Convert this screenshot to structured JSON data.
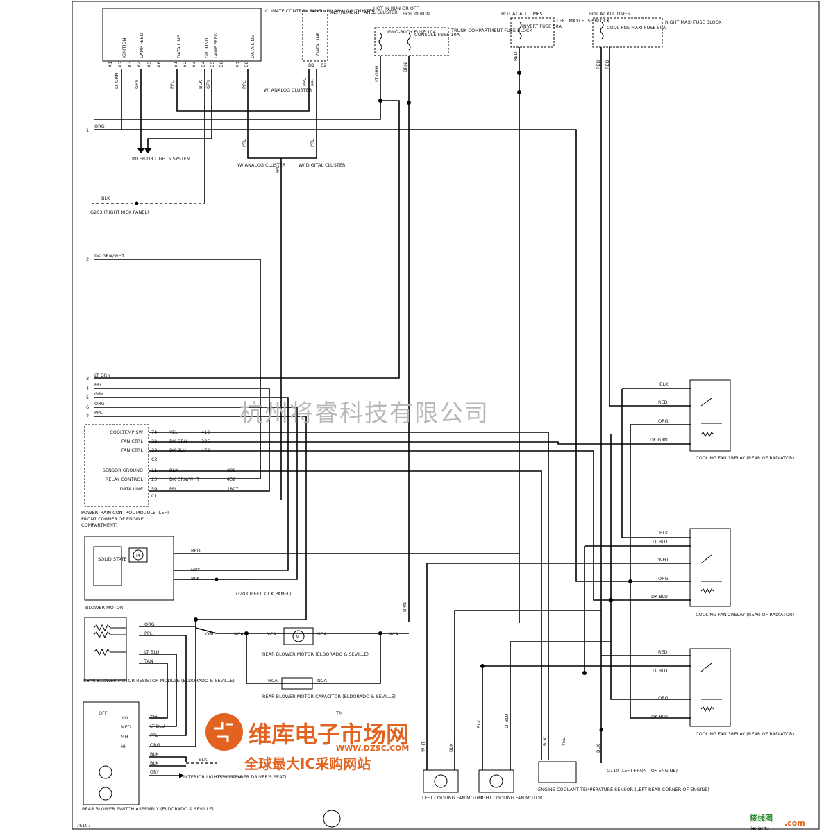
{
  "frame_id": "76107",
  "connectors_top": {
    "climate_panel": "CLIMATE CONTROL PANEL (W/ ANALOG CLUSTER)",
    "ipc": "INSTRUMENT PANEL CLUSTER",
    "hot_run_off": "HOT IN RUN OR OFF",
    "hot_run": "HOT IN RUN",
    "trunk_fuse_block": "TRUNK COMPARTMENT FUSE BLOCK",
    "ignobody_fuse": "IGNO-BODY FUSE 10A",
    "console_fuse": "CONSOLE FUSE 10A",
    "hot_all_times_left": "HOT AT ALL TIMES",
    "invert_fuse": "INVERT FUSE 50A",
    "left_maxi": "LEFT MAXI FUSE BLOCK",
    "hot_all_times_right": "HOT AT ALL TIMES",
    "cool_fns_fuse": "COOL FNS MAXI FUSE 50A",
    "right_maxi": "RIGHT MAXI FUSE BLOCK"
  },
  "climate_pins": [
    "IGNITION",
    "LAMP FEED",
    "DATA LINE",
    "GROUND",
    "LAMP FEED",
    "DATA LINE"
  ],
  "climate_pin_ids": [
    "A1",
    "A2",
    "A3",
    "A4",
    "A5",
    "A6",
    "B1",
    "B2",
    "B3",
    "B4",
    "B5",
    "B6",
    "B7",
    "B8"
  ],
  "ipc_pin": "DATA LINE",
  "ipc_pin_ids": [
    "D1",
    "C2"
  ],
  "wire_colors": {
    "lt_grn": "LT GRN",
    "gry": "GRY",
    "ppl": "PPL",
    "blk": "BLK",
    "brn": "BRN",
    "red": "RED",
    "org": "ORG",
    "dk_grn_wht": "DK GRN/WHT",
    "lt_blu": "LT BLU",
    "dk_grn": "DK GRN",
    "dk_blu": "DK BLU",
    "wht": "WHT",
    "yel": "YEL",
    "tan": "TAN",
    "nca": "NCA"
  },
  "labels": {
    "w_analog_cluster_1": "W/ ANALOG CLUSTER",
    "w_analog_cluster_2": "W/ ANALOG CLUSTER",
    "w_digital_cluster": "W/ DIGITAL CLUSTER",
    "interior_lights": "INTERIOR LIGHTS SYSTEM",
    "g203_right": "G203 (RIGHT KICK PANEL)",
    "g203_left": "G203 (LEFT KICK PANEL)",
    "g300": "G300 (UNDER DRIVER'S SEAT)",
    "g110": "G110 (LEFT FRONT OF ENGINE)",
    "pcm": "POWERTRAIN CONTROL MODULE (LEFT FRONT CORNER OF ENGINE COMPARTMENT)",
    "blower_motor": "BLOWER MOTOR",
    "solid_state": "SOLID STATE",
    "rear_blower_motor": "REAR BLOWER MOTOR (ELDORADO & SEVILLE)",
    "rear_blower_cap": "REAR BLOWER MOTOR CAPACITOR (ELDORADO & SEVILLE)",
    "rear_blower_resistor": "REAR BLOWER MOTOR RESISTOR MODULE (ELDORADO & SEVILLE)",
    "rear_blower_switch": "REAR BLOWER SWITCH ASSEMBLY (ELDORADO & SEVILLE)",
    "interior_lights_2": "INTERIOR LIGHTS SYSTEM",
    "left_fan_motor": "LEFT COOLING FAN MOTOR",
    "right_fan_motor": "RIGHT COOLING FAN MOTOR",
    "ect_sensor": "ENGINE COOLANT TEMPERATURE SENSOR (LEFT REAR CORNER OF ENGINE)",
    "relay1": "COOLING FAN 1RELAY (REAR OF RADIATOR)",
    "relay2": "COOLING FAN 2RELAY (REAR OF RADIATOR)",
    "relay3": "COOLING FAN 3RELAY (REAR OF RADIATOR)"
  },
  "pcm_pins": [
    {
      "name": "COOLTEMP SW",
      "pin": "74",
      "color": "YEL",
      "circuit": "410"
    },
    {
      "name": "FAN CTRL",
      "pin": "32",
      "color": "DK GRN",
      "circuit": "335"
    },
    {
      "name": "FAN CTRL",
      "pin": "33",
      "color": "DK BLU",
      "circuit": "473"
    },
    {
      "name": "SENSOR GROUND",
      "pin": "11",
      "color": "BLK",
      "circuit": "808"
    },
    {
      "name": "RELAY CONTROL",
      "pin": "25",
      "color": "DK GRN/WHT",
      "circuit": "459"
    },
    {
      "name": "DATA LINE",
      "pin": "59",
      "color": "PPL",
      "circuit": "1807"
    }
  ],
  "pcm_connectors": [
    "C2",
    "C1"
  ],
  "harness_rows": [
    {
      "num": "1",
      "color": "ORG"
    },
    {
      "num": "2",
      "color": "DK GRN/WHT"
    },
    {
      "num": "3",
      "color": "LT GRN"
    },
    {
      "num": "4",
      "color": "PPL"
    },
    {
      "num": "5",
      "color": "GRY"
    },
    {
      "num": "6",
      "color": "ORG"
    },
    {
      "num": "7",
      "color": "PPL"
    }
  ],
  "switch_positions": [
    "OFF",
    "LO",
    "MED",
    "MH",
    "HI"
  ],
  "watermark": "杭州将睿科技有限公司",
  "logo": {
    "main": "维库电子市场网",
    "sub": "全球最大IC采购网站",
    "url": "WWW.DZSC.COM",
    "tm": "TM"
  },
  "corner": "接线图",
  "corner_url": "jiexiantu"
}
